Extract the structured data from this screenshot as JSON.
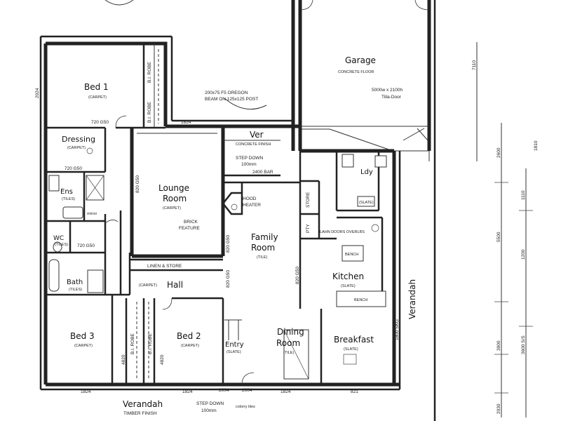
{
  "garage": {
    "title": "Garage",
    "floor": "CONCRETE FLOOR",
    "door": "5000w x 2100h",
    "door_type": "Tilla-Door"
  },
  "bed1": {
    "title": "Bed 1",
    "floor": "(CARPET)",
    "robe": "B.I. ROBE",
    "robe2": "B.I. ROBE"
  },
  "beam": {
    "line1": "200x75 F5 OREGON",
    "line2": "BEAM ON 125x125 POST"
  },
  "ver": {
    "title": "Ver",
    "floor": "CONCRETE FINISH",
    "step": "STEP DOWN",
    "step_val": "100mm",
    "bar": "2400 BAR"
  },
  "dressing": {
    "title": "Dressing",
    "floor": "(CARPET)"
  },
  "lounge": {
    "title1": "Lounge",
    "title2": "Room",
    "floor": "(CARPET)"
  },
  "brick": {
    "line1": "BRICK",
    "line2": "FEATURE"
  },
  "hood": {
    "line1": "HOOD",
    "line2": "HEATER"
  },
  "ens": {
    "title": "Ens",
    "floor": "(TILES)",
    "mirror": "mirror"
  },
  "wc": {
    "title": "WC",
    "floor": "(TILES)"
  },
  "bath": {
    "title": "Bath",
    "floor": "(TILES)"
  },
  "family": {
    "title1": "Family",
    "title2": "Room",
    "floor": "(TILE)"
  },
  "linen": {
    "label": "LINEN & STORE"
  },
  "hall": {
    "title": "Hall",
    "floor": "(CARPET)"
  },
  "kitchen": {
    "title": "Kitchen",
    "floor": "(SLATE)",
    "bench": "BENCH",
    "bench2": "BENCH"
  },
  "laundry": {
    "title": "Ldy",
    "floor": "(SLATE)",
    "store": "STORE",
    "pty": "PTY",
    "doors": "LAHN DOORS OVERLBS"
  },
  "bed3": {
    "title": "Bed 3",
    "floor": "(CARPET)",
    "robe": "B.I. ROBE"
  },
  "bed2": {
    "title": "Bed 2",
    "floor": "(CARPET)",
    "robe": "B.I. ROBE"
  },
  "entry": {
    "title": "Entry",
    "floor": "(SLATE)"
  },
  "dining": {
    "title1": "Dining",
    "title2": "Room",
    "floor": "(TILE)"
  },
  "breakfast": {
    "title": "Breakfast",
    "floor": "(SLATE)"
  },
  "verandah_bottom": {
    "title": "Verandah",
    "finish": "TIMBER FINISH",
    "step": "STEP DOWN",
    "step_val": "100mm",
    "tiles": "colorry tiles"
  },
  "verandah_right": {
    "title": "Verandah"
  },
  "dims": {
    "d2024a": "2024",
    "d1824a": "1824",
    "d1824b": "1824",
    "d1824c": "1824",
    "d2004a": "2004",
    "d2004b": "2004",
    "d1824d": "1824",
    "d821": "821",
    "d720a": "720 G50",
    "d720b": "720 G50",
    "d720c": "720 G50",
    "d820a": "820 G50",
    "d820b": "820 G50",
    "d820c": "820 G50",
    "d820d": "820 G50",
    "d4820a": "4820",
    "d4820b": "4820",
    "d1800": "1800 SKG",
    "d3600": "3600 S/S",
    "d5500": "5500",
    "d3900": "3900",
    "d2600": "2600",
    "d2030": "2030",
    "d1110": "1110",
    "d1200": "1200",
    "d7110": "7110",
    "d1810": "1810"
  }
}
